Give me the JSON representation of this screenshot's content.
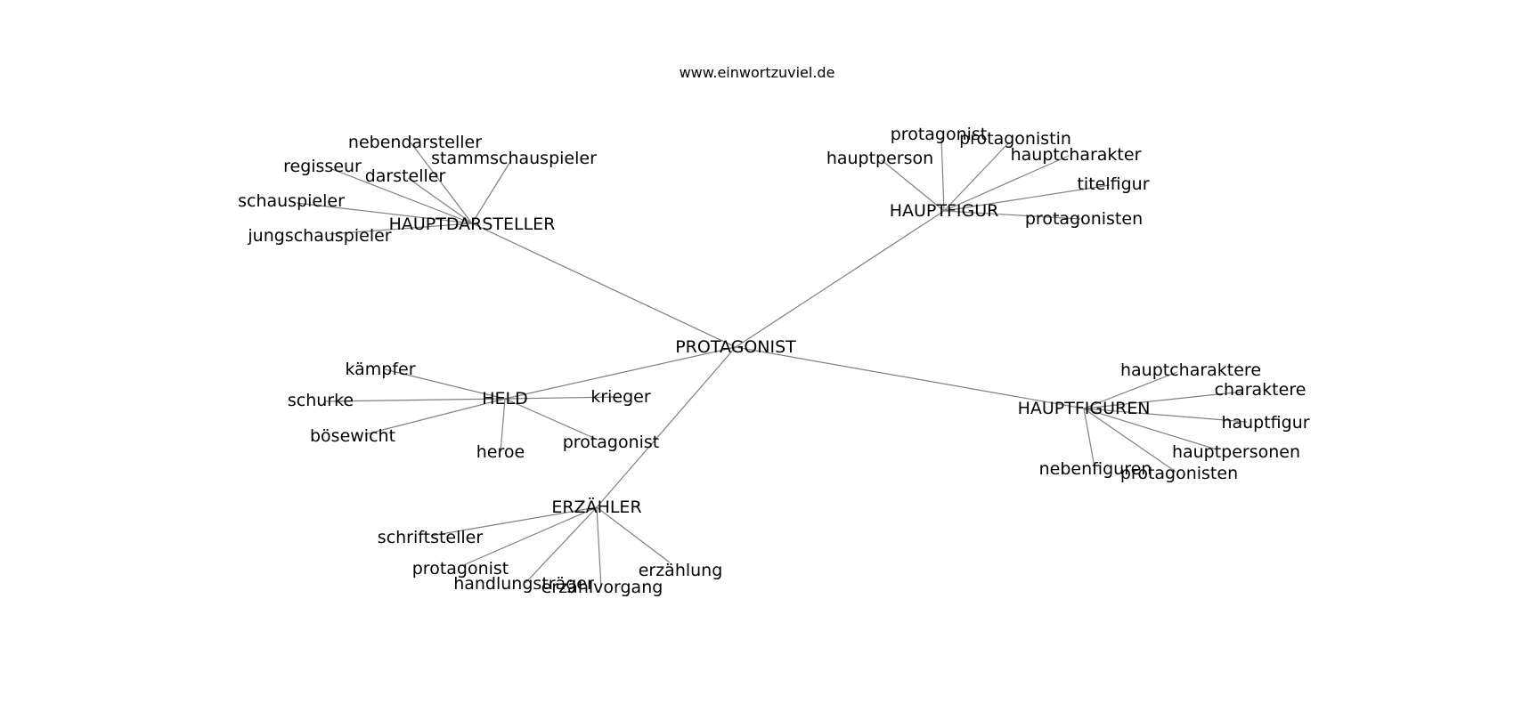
{
  "header": {
    "site": "www.einwortzuviel.de"
  },
  "graph": {
    "root": "PROTAGONIST",
    "clusters": [
      {
        "hub": "HAUPTDARSTELLER",
        "leaves": [
          "nebendarsteller",
          "stammschauspieler",
          "regisseur",
          "darsteller",
          "schauspieler",
          "jungschauspieler"
        ]
      },
      {
        "hub": "HAUPTFIGUR",
        "leaves": [
          "protagonist",
          "protagonistin",
          "hauptperson",
          "hauptcharakter",
          "titelfigur",
          "protagonisten"
        ]
      },
      {
        "hub": "HELD",
        "leaves": [
          "kämpfer",
          "schurke",
          "krieger",
          "bösewicht",
          "protagonist",
          "heroe"
        ]
      },
      {
        "hub": "HAUPTFIGUREN",
        "leaves": [
          "hauptcharaktere",
          "charaktere",
          "hauptfigur",
          "hauptpersonen",
          "nebenfiguren",
          "protagonisten"
        ]
      },
      {
        "hub": "ERZÄHLER",
        "leaves": [
          "schriftsteller",
          "protagonist",
          "handlungsträger",
          "erzählvorgang",
          "erzählung"
        ]
      }
    ]
  }
}
